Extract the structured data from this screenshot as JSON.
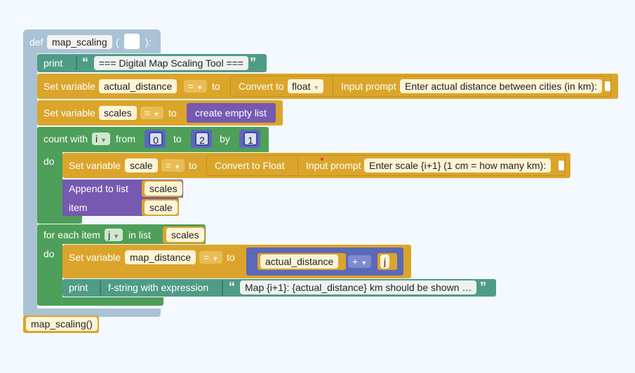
{
  "colors": {
    "background": "#f3f9ff",
    "function_block": "#a9c2d4",
    "text_block": "#4f9c86",
    "variable_block": "#dba52b",
    "loop_block": "#4e9f59",
    "list_block": "#7659b0",
    "math_block": "#5b69b8"
  },
  "function_def": {
    "keyword": "def",
    "name": "map_scaling",
    "open_paren": "(",
    "close_paren": "):"
  },
  "print_title": {
    "keyword": "print",
    "text": "=== Digital Map Scaling Tool ==="
  },
  "set_actual_distance": {
    "keyword": "Set variable",
    "variable": "actual_distance",
    "operator": "=",
    "to_label": "to",
    "convert_label": "Convert to",
    "convert_type": "float",
    "prompt_label": "Input prompt",
    "prompt_text": "Enter actual distance between cities (in km):"
  },
  "set_scales": {
    "keyword": "Set variable",
    "variable": "scales",
    "operator": "=",
    "to_label": "to",
    "value": "create empty list"
  },
  "count_loop": {
    "keyword": "count with",
    "variable": "i",
    "from_label": "from",
    "from_value": "0",
    "to_label": "to",
    "to_value": "2",
    "by_label": "by",
    "by_value": "1",
    "do_label": "do"
  },
  "set_scale": {
    "keyword": "Set variable",
    "variable": "scale",
    "operator": "=",
    "to_label": "to",
    "convert_label": "Convert to Float",
    "prompt_label": "Input prompt",
    "prompt_text": "Enter scale {i+1} (1 cm = how many km):"
  },
  "append": {
    "label": "Append to list",
    "list": "scales",
    "item_label": "item",
    "item": "scale"
  },
  "foreach_loop": {
    "keyword": "for each item",
    "variable": "j",
    "in_label": "in list",
    "list": "scales",
    "do_label": "do"
  },
  "set_map_distance": {
    "keyword": "Set variable",
    "variable": "map_distance",
    "operator": "=",
    "to_label": "to",
    "left": "actual_distance",
    "math_op": "+",
    "right": "j"
  },
  "print_fstring": {
    "keyword": "print",
    "fstring_label": "f-string with expression",
    "text": "Map {i+1}: {actual_distance} km should be shown …"
  },
  "call": {
    "label": "map_scaling()"
  }
}
